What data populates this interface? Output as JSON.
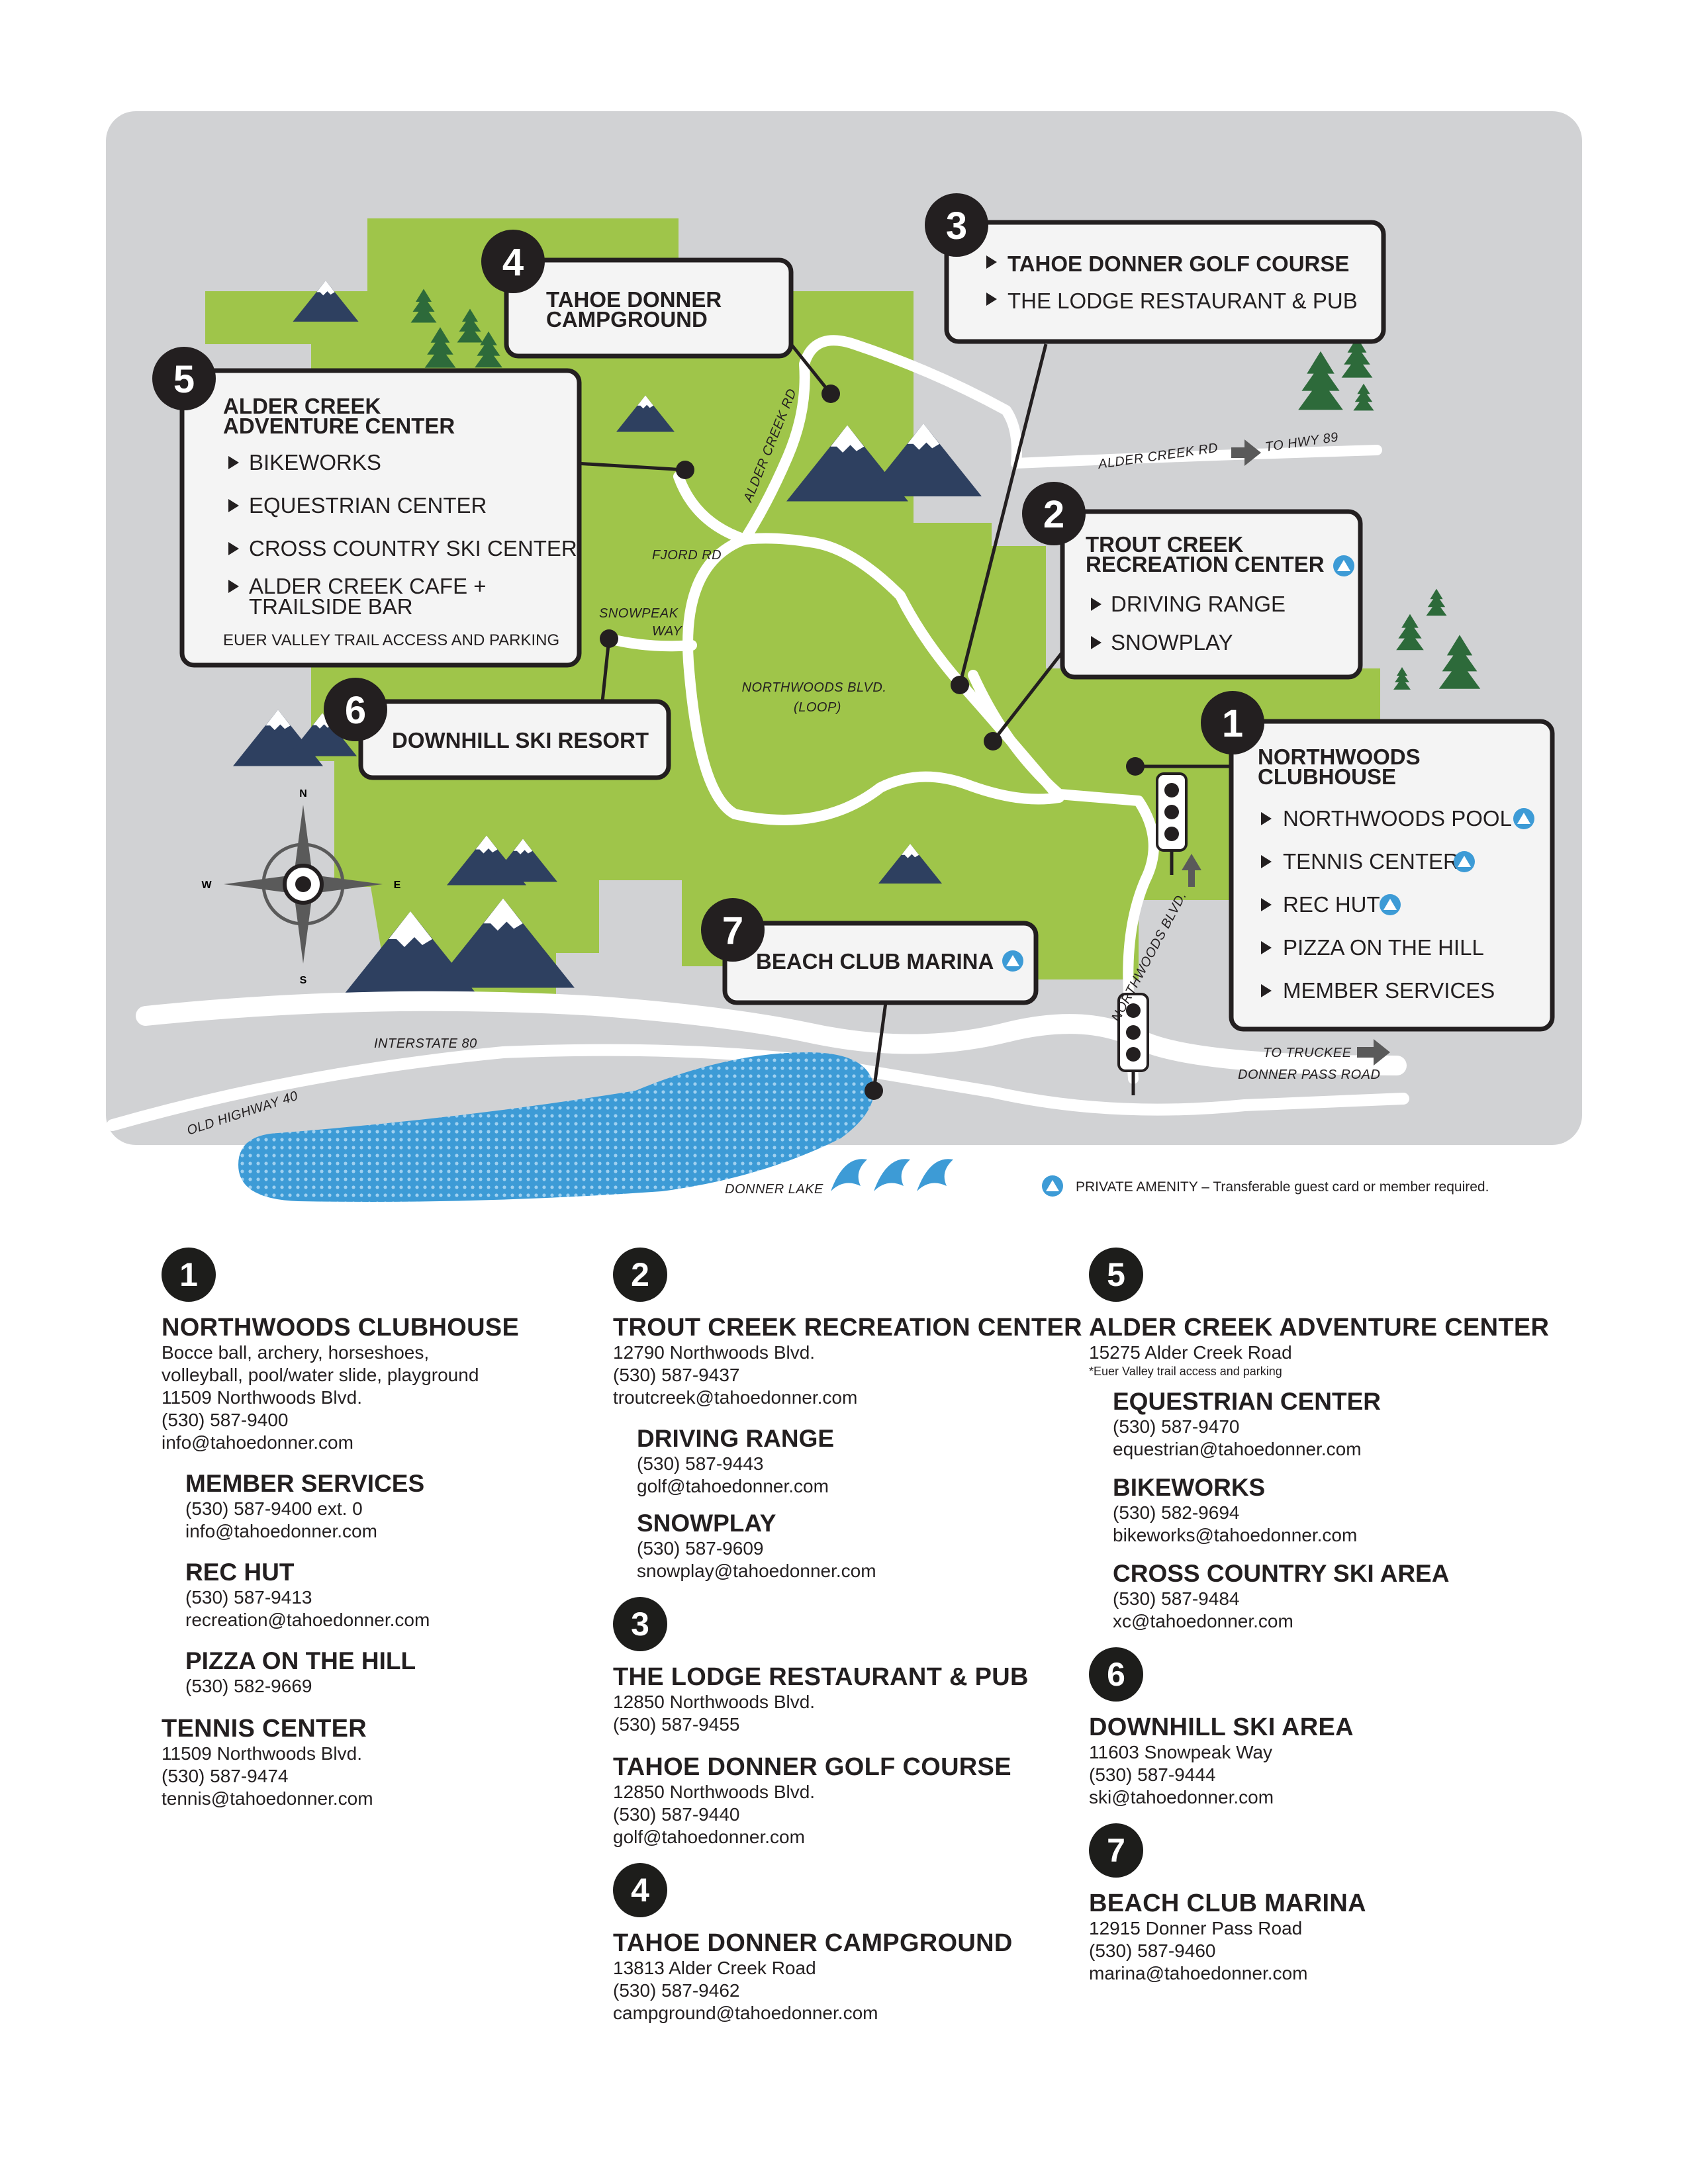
{
  "map": {
    "callouts": [
      {
        "number": "1",
        "title_lines": [
          "NORTHWOODS",
          "CLUBHOUSE"
        ],
        "items": [
          "NORTHWOODS POOL",
          "TENNIS CENTER",
          "REC HUT",
          "PIZZA ON THE HILL",
          "MEMBER SERVICES"
        ]
      },
      {
        "number": "2",
        "title_lines": [
          "TROUT CREEK",
          "RECREATION CENTER"
        ],
        "items": [
          "DRIVING RANGE",
          "SNOWPLAY"
        ]
      },
      {
        "number": "3",
        "title_lines": [],
        "items": [
          "TAHOE DONNER GOLF COURSE",
          "THE LODGE RESTAURANT & PUB"
        ]
      },
      {
        "number": "4",
        "title_lines": [
          "TAHOE DONNER",
          "CAMPGROUND"
        ],
        "items": []
      },
      {
        "number": "5",
        "title_lines": [
          "ALDER CREEK",
          "ADVENTURE CENTER"
        ],
        "items": [
          "BIKEWORKS",
          "EQUESTRIAN CENTER",
          "CROSS COUNTRY SKI CENTER",
          "ALDER CREEK CAFE +",
          "TRAILSIDE BAR"
        ],
        "footer": "EUER VALLEY TRAIL ACCESS AND PARKING"
      },
      {
        "number": "6",
        "title_lines": [
          "DOWNHILL SKI RESORT"
        ],
        "items": []
      },
      {
        "number": "7",
        "title_lines": [
          "BEACH CLUB MARINA"
        ],
        "items": []
      }
    ],
    "road_labels": {
      "alder_creek_rd": "ALDER CREEK RD",
      "alder_creek_rd_east": "ALDER CREEK RD",
      "to_hwy_89": "TO HWY 89",
      "fjord_rd": "FJORD RD",
      "snowpeak_way_1": "SNOWPEAK",
      "snowpeak_way_2": "WAY",
      "northwoods_loop_1": "NORTHWOODS BLVD.",
      "northwoods_loop_2": "(LOOP)",
      "northwoods_blvd": "NORTHWOODS BLVD.",
      "interstate_80": "INTERSTATE 80",
      "old_highway_40": "OLD HIGHWAY 40",
      "to_truckee": "TO TRUCKEE",
      "donner_pass_road": "DONNER PASS ROAD",
      "donner_lake": "DONNER LAKE"
    },
    "compass": {
      "n": "N",
      "s": "S",
      "e": "E",
      "w": "W"
    },
    "legend": "PRIVATE AMENITY – Transferable guest card or member required.",
    "colors": {
      "land": "#d1d2d4",
      "green": "#9fc54a",
      "mountain": "#2e4060",
      "tree": "#2d6a3a",
      "lake": "#3d9bd6",
      "dark": "#231f20"
    }
  },
  "directory": {
    "col1": {
      "number": "1",
      "title": "NORTHWOODS CLUBHOUSE",
      "lines": [
        "Bocce ball, archery, horseshoes,",
        "volleyball, pool/water slide, playground",
        "11509 Northwoods Blvd.",
        "(530) 587-9400",
        "info@tahoedonner.com"
      ],
      "member_services": {
        "title": "MEMBER SERVICES",
        "lines": [
          "(530) 587-9400 ext. 0",
          "info@tahoedonner.com"
        ]
      },
      "rec_hut": {
        "title": "REC HUT",
        "lines": [
          "(530) 587-9413",
          "recreation@tahoedonner.com"
        ]
      },
      "pizza": {
        "title": "PIZZA ON THE HILL",
        "lines": [
          "(530) 582-9669"
        ]
      },
      "tennis": {
        "title": "TENNIS CENTER",
        "lines": [
          "11509 Northwoods Blvd.",
          "(530) 587-9474",
          "tennis@tahoedonner.com"
        ]
      }
    },
    "col2": {
      "trout": {
        "number": "2",
        "title": "TROUT CREEK RECREATION CENTER",
        "lines": [
          "12790 Northwoods Blvd.",
          "(530) 587-9437",
          "troutcreek@tahoedonner.com"
        ]
      },
      "driving": {
        "title": "DRIVING RANGE",
        "lines": [
          "(530) 587-9443",
          "golf@tahoedonner.com"
        ]
      },
      "snowplay": {
        "title": "SNOWPLAY",
        "lines": [
          "(530) 587-9609",
          "snowplay@tahoedonner.com"
        ]
      },
      "lodge": {
        "number": "3",
        "title": "THE LODGE RESTAURANT & PUB",
        "lines": [
          "12850 Northwoods Blvd.",
          "(530) 587-9455"
        ]
      },
      "golf": {
        "title": "TAHOE DONNER GOLF COURSE",
        "lines": [
          "12850 Northwoods Blvd.",
          "(530) 587-9440",
          "golf@tahoedonner.com"
        ]
      },
      "camp": {
        "number": "4",
        "title": "TAHOE DONNER CAMPGROUND",
        "lines": [
          "13813 Alder Creek Road",
          "(530) 587-9462",
          "campground@tahoedonner.com"
        ]
      }
    },
    "col3": {
      "alder": {
        "number": "5",
        "title": "ALDER CREEK ADVENTURE CENTER",
        "lines": [
          "15275 Alder Creek Road"
        ],
        "note": "*Euer Valley trail access and parking"
      },
      "equestrian": {
        "title": "EQUESTRIAN CENTER",
        "lines": [
          "(530) 587-9470",
          "equestrian@tahoedonner.com"
        ]
      },
      "bikeworks": {
        "title": "BIKEWORKS",
        "lines": [
          "(530) 582-9694",
          "bikeworks@tahoedonner.com"
        ]
      },
      "xc": {
        "title": "CROSS COUNTRY SKI AREA",
        "lines": [
          "(530) 587-9484",
          "xc@tahoedonner.com"
        ]
      },
      "downhill": {
        "number": "6",
        "title": "DOWNHILL SKI AREA",
        "lines": [
          "11603 Snowpeak Way",
          "(530) 587-9444",
          "ski@tahoedonner.com"
        ]
      },
      "marina": {
        "number": "7",
        "title": "BEACH CLUB MARINA",
        "lines": [
          "12915 Donner Pass Road",
          "(530) 587-9460",
          "marina@tahoedonner.com"
        ]
      }
    }
  }
}
